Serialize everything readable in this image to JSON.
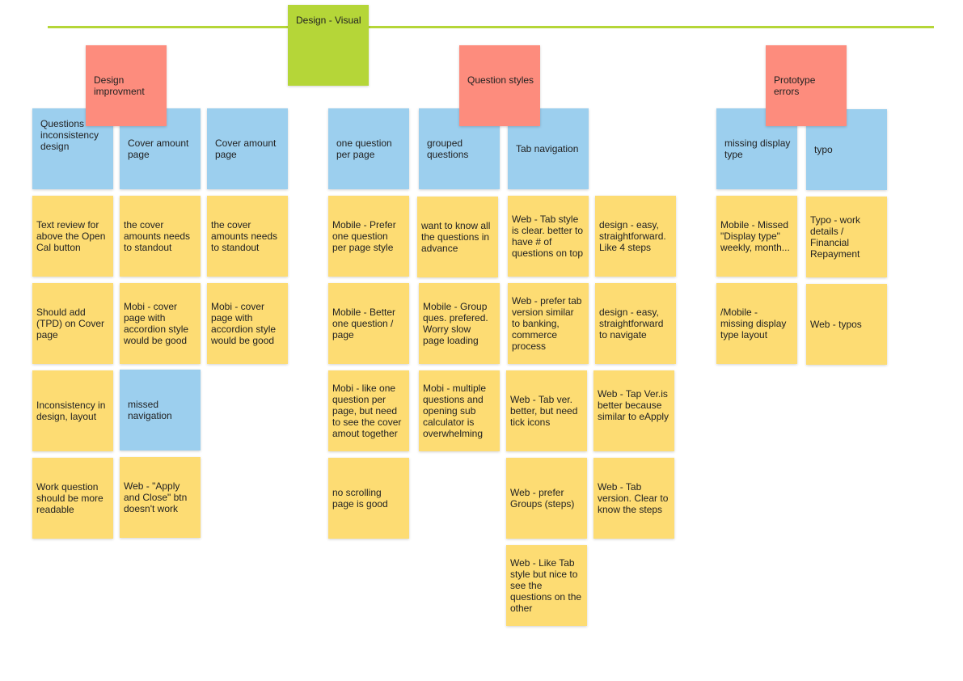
{
  "board": {
    "title": "Design - Visual",
    "headers": [
      {
        "id": "design-improvment",
        "text": "Design improvment",
        "color": "red"
      },
      {
        "id": "question-styles",
        "text": "Question styles",
        "color": "red"
      },
      {
        "id": "prototype-errors",
        "text": "Prototype errors",
        "color": "red"
      }
    ],
    "notes": [
      {
        "text": "Questions - inconsistency design",
        "color": "blue"
      },
      {
        "text": "Cover amount page",
        "color": "blue"
      },
      {
        "text": "Cover amount page",
        "color": "blue"
      },
      {
        "text": "Text review for above the Open Cal button",
        "color": "yellow"
      },
      {
        "text": "the cover amounts needs to standout",
        "color": "yellow"
      },
      {
        "text": "the cover amounts needs to standout",
        "color": "yellow"
      },
      {
        "text": "Should add (TPD) on Cover page",
        "color": "yellow"
      },
      {
        "text": "Mobi - cover page with accordion style would be good",
        "color": "yellow"
      },
      {
        "text": "Mobi - cover page with accordion style would be good",
        "color": "yellow"
      },
      {
        "text": "Inconsistency in design, layout",
        "color": "yellow"
      },
      {
        "text": "missed navigation",
        "color": "blue"
      },
      {
        "text": "Work question should be more readable",
        "color": "yellow"
      },
      {
        "text": "Web - \"Apply and Close\" btn doesn't work",
        "color": "yellow"
      },
      {
        "text": "one question per page",
        "color": "blue"
      },
      {
        "text": "grouped questions",
        "color": "blue"
      },
      {
        "text": "Tab navigation",
        "color": "blue"
      },
      {
        "text": "Mobile - Prefer one question per page style",
        "color": "yellow"
      },
      {
        "text": "want to know all the questions in advance",
        "color": "yellow"
      },
      {
        "text": "Web - Tab style is clear. better to have # of questions on top",
        "color": "yellow"
      },
      {
        "text": "design - easy, straightforward. Like 4 steps",
        "color": "yellow"
      },
      {
        "text": "Mobile - Better one question / page",
        "color": "yellow"
      },
      {
        "text": "Mobile - Group ques. prefered. Worry slow page loading",
        "color": "yellow"
      },
      {
        "text": "Web - prefer tab version similar to banking, commerce process",
        "color": "yellow"
      },
      {
        "text": "design - easy, straightforward to navigate",
        "color": "yellow"
      },
      {
        "text": "Mobi - like one question per page, but need to see the cover amout together",
        "color": "yellow"
      },
      {
        "text": "Mobi - multiple questions and opening sub calculator is overwhelming",
        "color": "yellow"
      },
      {
        "text": "Web - Tab ver. better, but need tick icons",
        "color": "yellow"
      },
      {
        "text": "Web - Tap Ver.is better because similar to eApply",
        "color": "yellow"
      },
      {
        "text": "no scrolling page is good",
        "color": "yellow"
      },
      {
        "text": "Web - prefer Groups (steps)",
        "color": "yellow"
      },
      {
        "text": "Web - Tab version. Clear to know the steps",
        "color": "yellow"
      },
      {
        "text": "Web  - Like Tab style but nice to see the questions on the other",
        "color": "yellow"
      },
      {
        "text": "missing display type",
        "color": "blue"
      },
      {
        "text": "typo",
        "color": "blue"
      },
      {
        "text": "Mobile - Missed \"Display type\" weekly, month...",
        "color": "yellow"
      },
      {
        "text": "Typo - work details / Financial Repayment",
        "color": "yellow"
      },
      {
        "text": "/Mobile - missing display type layout",
        "color": "yellow"
      },
      {
        "text": "Web - typos",
        "color": "yellow"
      }
    ]
  }
}
